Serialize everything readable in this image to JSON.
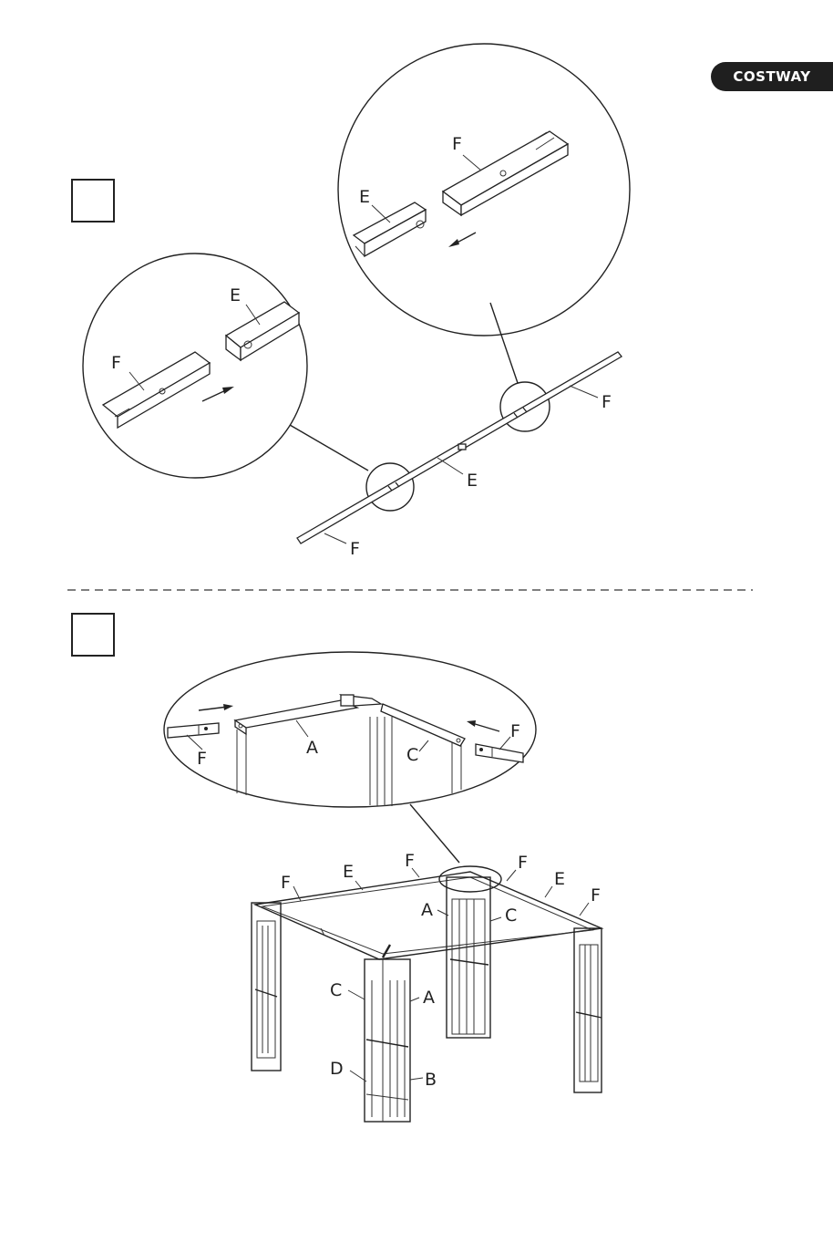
{
  "header": {
    "brand": "COSTWAY"
  },
  "step1": {
    "detail_top": {
      "label_f": "F",
      "label_e": "E"
    },
    "detail_left": {
      "label_e": "E",
      "label_f": "F"
    },
    "overview": {
      "label_f_right": "F",
      "label_e": "E",
      "label_f_left": "F"
    }
  },
  "step2": {
    "detail": {
      "label_f_left": "F",
      "label_a": "A",
      "label_c": "C",
      "label_f_right": "F"
    },
    "gazebo": {
      "label_f1": "F",
      "label_e1": "E",
      "label_f2": "F",
      "label_f3": "F",
      "label_e2": "E",
      "label_f4": "F",
      "label_a1": "A",
      "label_c1": "C",
      "label_c2": "C",
      "label_a2": "A",
      "label_d": "D",
      "label_b": "B"
    }
  }
}
